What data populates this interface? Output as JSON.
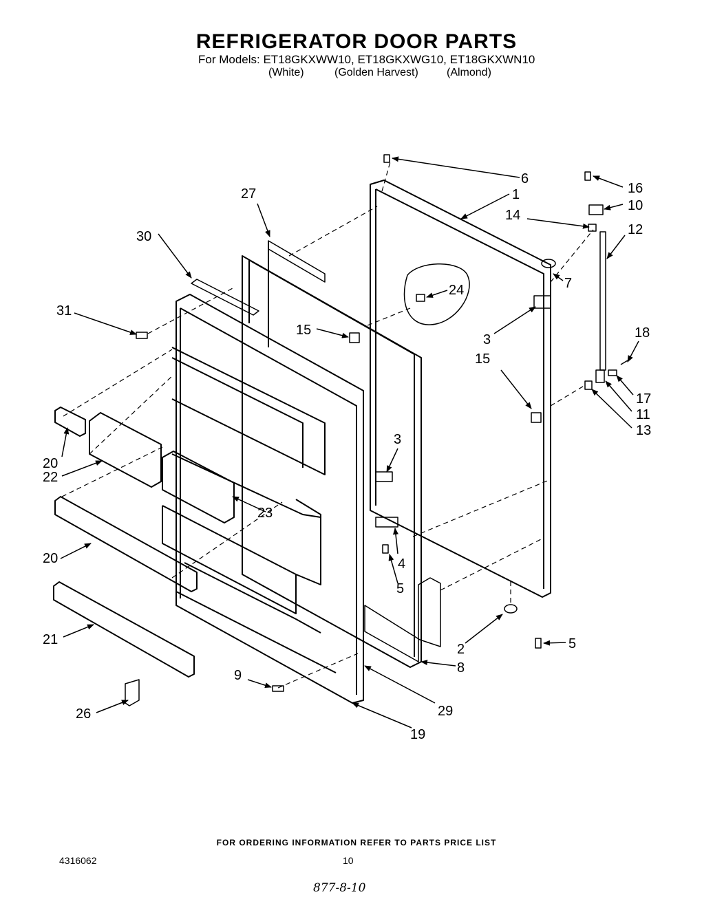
{
  "header": {
    "title": "REFRIGERATOR DOOR PARTS",
    "models_line": "For Models: ET18GKXWW10, ET18GKXWG10, ET18GKXWN10",
    "variants": [
      "(White)",
      "(Golden Harvest)",
      "(Almond)"
    ]
  },
  "callouts": {
    "c1": "1",
    "c2": "2",
    "c3a": "3",
    "c3b": "3",
    "c4": "4",
    "c5a": "5",
    "c5b": "5",
    "c6": "6",
    "c7": "7",
    "c8": "8",
    "c9": "9",
    "c10": "10",
    "c11": "11",
    "c12": "12",
    "c13": "13",
    "c14": "14",
    "c15a": "15",
    "c15b": "15",
    "c16": "16",
    "c17": "17",
    "c18": "18",
    "c19": "19",
    "c20a": "20",
    "c20b": "20",
    "c21": "21",
    "c22": "22",
    "c23": "23",
    "c24": "24",
    "c26": "26",
    "c27": "27",
    "c29": "29",
    "c30": "30",
    "c31": "31"
  },
  "footer": {
    "ordering_note": "FOR ORDERING INFORMATION REFER TO PARTS PRICE LIST",
    "doc_number": "4316062",
    "page_number": "10",
    "handwritten_note": "877-8-10"
  },
  "colors": {
    "ink": "#000000",
    "paper": "#ffffff"
  }
}
